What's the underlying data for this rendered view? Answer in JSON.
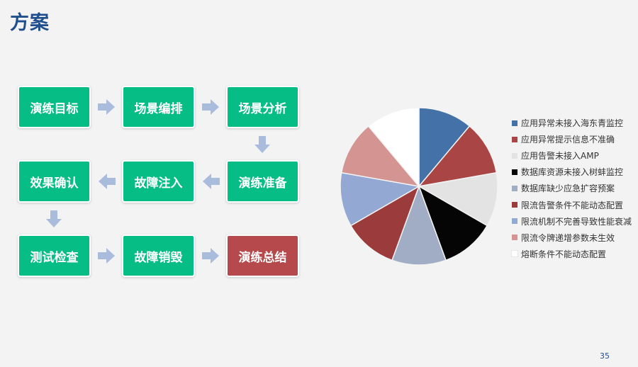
{
  "page": {
    "title": "方案",
    "page_number": "35"
  },
  "flow": {
    "steps": [
      {
        "label": "演练目标",
        "color": "#05bd85"
      },
      {
        "label": "场景编排",
        "color": "#05bd85"
      },
      {
        "label": "场景分析",
        "color": "#05bd85"
      },
      {
        "label": "演练准备",
        "color": "#05bd85"
      },
      {
        "label": "故障注入",
        "color": "#05bd85"
      },
      {
        "label": "效果确认",
        "color": "#05bd85"
      },
      {
        "label": "测试检查",
        "color": "#05bd85"
      },
      {
        "label": "故障销毁",
        "color": "#05bd85"
      },
      {
        "label": "演练总结",
        "color": "#b5494b"
      }
    ],
    "arrow_color": "#a9bcdc"
  },
  "chart_data": {
    "type": "pie",
    "categories": [
      "应用异常未接入海东青监控",
      "应用异常提示信息不准确",
      "应用告警未接入AMP",
      "数据库资源未接入树蚌监控",
      "数据库缺少应急扩容预案",
      "限流告警条件不能动态配置",
      "限流机制不完善导致性能衰减",
      "限流令牌递增参数未生效",
      "熔断条件不能动态配置"
    ],
    "values": [
      1,
      1,
      1,
      1,
      1,
      1,
      1,
      1,
      1
    ],
    "colors": [
      "#4472a8",
      "#a94545",
      "#e3e3e3",
      "#050505",
      "#a0adc4",
      "#9b3b3b",
      "#93a8d2",
      "#d49592",
      "#ffffff"
    ],
    "legend_position": "right"
  }
}
